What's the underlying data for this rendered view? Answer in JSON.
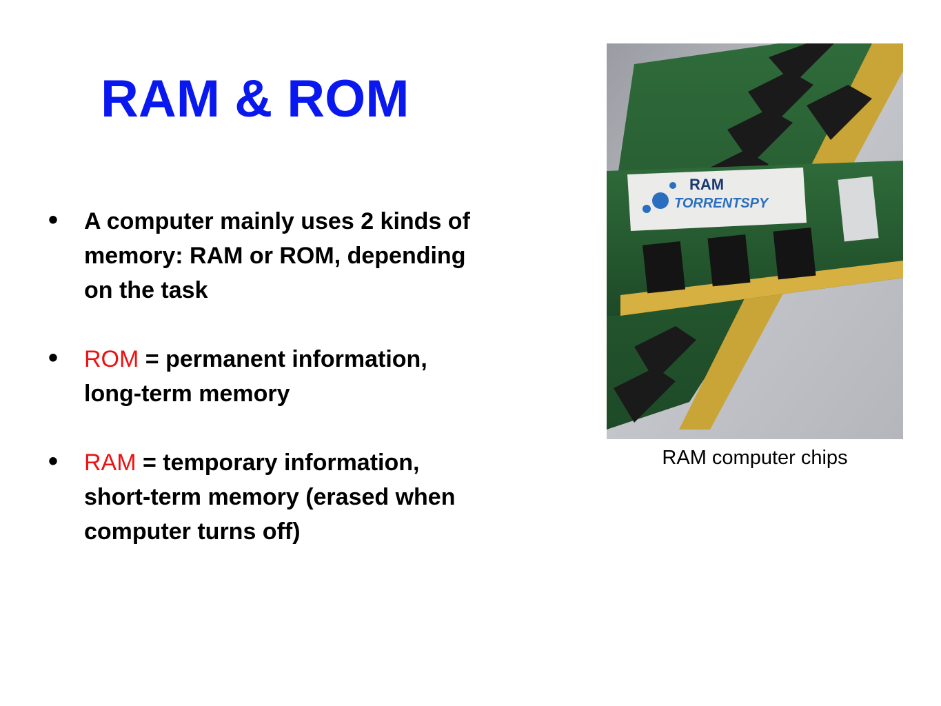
{
  "title": "RAM & ROM",
  "bullets": [
    {
      "lead": "",
      "text": "A computer mainly uses 2 kinds of memory:  RAM or ROM, depending on the task"
    },
    {
      "lead": "ROM",
      "text": " = permanent information, long-term memory"
    },
    {
      "lead": "RAM",
      "text": " = temporary information, short-term memory (erased when computer turns off)"
    }
  ],
  "image": {
    "label_ram": "RAM",
    "label_brand": "TORRENTSPY",
    "caption": "RAM computer chips"
  },
  "colors": {
    "title": "#0a18f0",
    "highlight": "#ee1111"
  }
}
